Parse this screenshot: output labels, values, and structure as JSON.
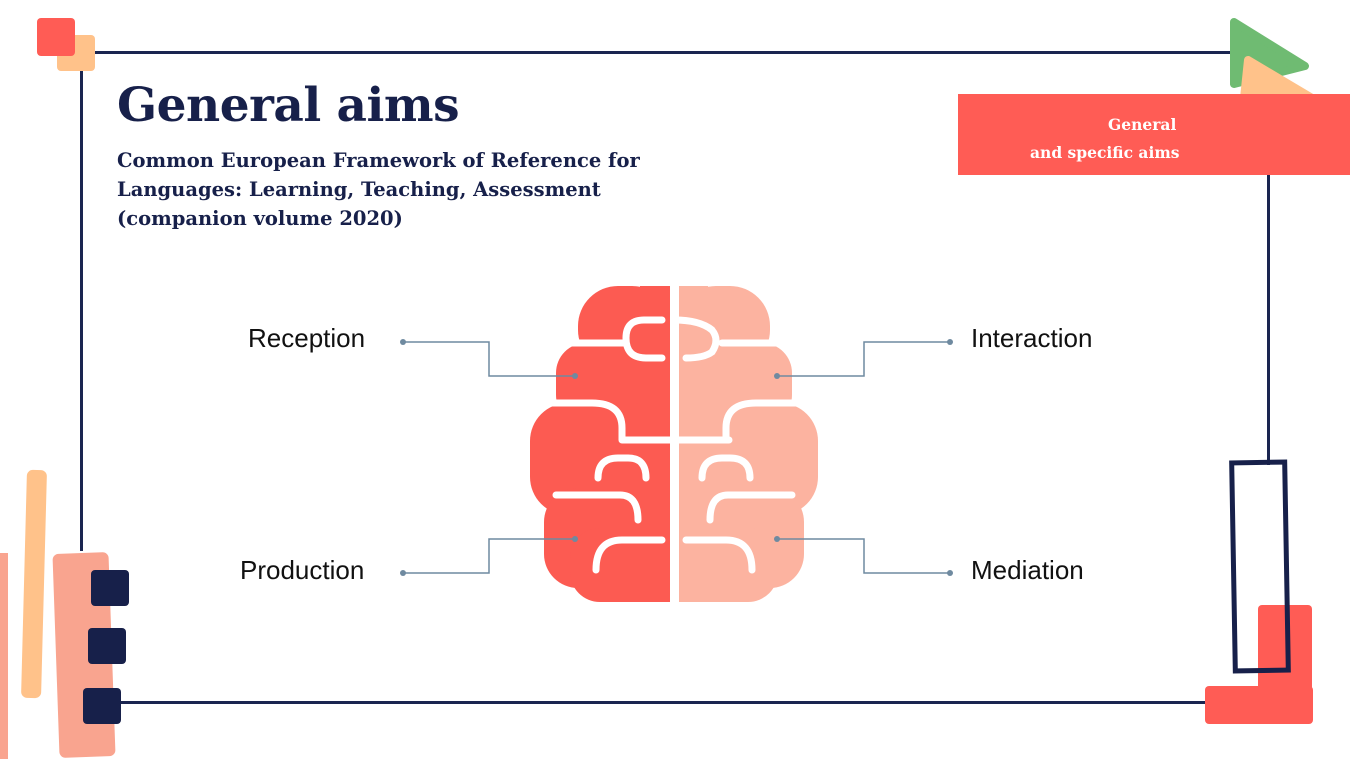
{
  "slide": {
    "title": "General aims",
    "subtitle_lines": [
      "Common European Framework of Reference for",
      "Languages: Learning, Teaching, Assessment",
      "(companion volume 2020)"
    ]
  },
  "banner": {
    "lines": [
      "General",
      "and specific aims"
    ]
  },
  "diagram": {
    "labels": {
      "top_left": "Reception",
      "top_right": "Interaction",
      "bottom_left": "Production",
      "bottom_right": "Mediation"
    }
  },
  "colors": {
    "navy": "#1a2550",
    "coral": "#ff5c55",
    "brain_left": "#fc5b52",
    "brain_right": "#fcb3a0",
    "peach": "#ffc28a",
    "green": "#6fbb72",
    "connector": "#6f8aa0"
  }
}
